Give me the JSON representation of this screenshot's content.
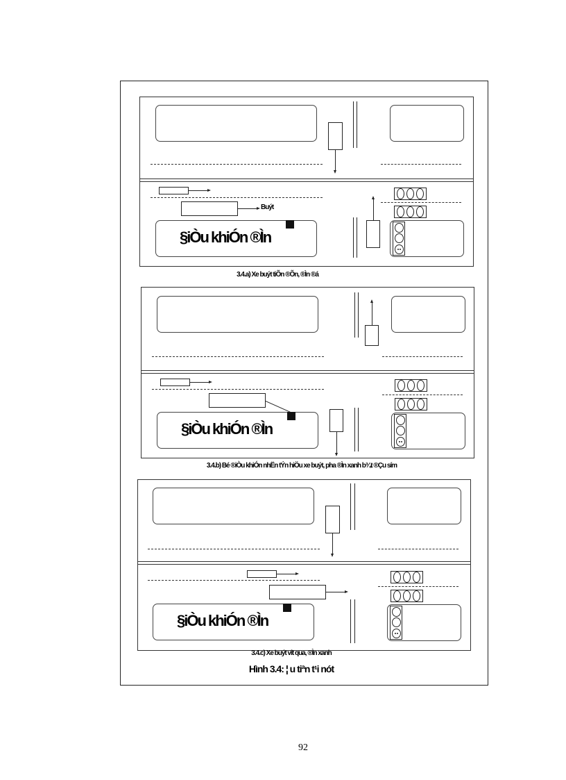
{
  "figure": {
    "title": "Hình 3.4: ¦ u tiªn t¹i nót",
    "title_raw": "Hnh 3.4 ¦ u tiªn tÝn hiÖu t¹i nót",
    "panels": [
      {
        "id": "a",
        "caption": "3.4.a) Xe buýt tiÕn ®Õn, ®Ìn ®á",
        "building_label": "§iÒu khiÓn ®Ìn",
        "bus_label": "Buýt"
      },
      {
        "id": "b",
        "caption": "3.4.b) Bé ®iÒu khiÓn nhËn tÝn hiÖu xe buýt, pha ®Ìn xanh b¾t ®Çu sím",
        "building_label": "§iÒu khiÓn ®Ìn"
      },
      {
        "id": "c",
        "caption": "3.4.c) Xe buýt v­ît qua, ®Ìn xanh",
        "building_label": "§iÒu khiÓn ®Ìn"
      }
    ]
  },
  "page": {
    "number": "92"
  }
}
